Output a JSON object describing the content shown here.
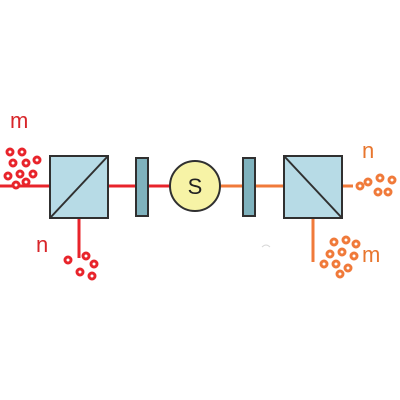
{
  "labels": {
    "input_left": "m",
    "output_bottom_left": "n",
    "output_right": "n",
    "output_bottom_right": "m",
    "source": "S"
  },
  "colors": {
    "red_beam": "#e8242b",
    "orange_beam": "#f07a3a",
    "red_photon": "#e8242b",
    "orange_photon": "#f07a3a",
    "splitter_fill": "#b7dbe6",
    "splitter_stroke": "#303030",
    "plate_fill": "#7fb2bd",
    "source_fill": "#f7f3a6",
    "source_stroke": "#303030",
    "label_red": "#d8262a",
    "label_orange": "#e8762e"
  }
}
